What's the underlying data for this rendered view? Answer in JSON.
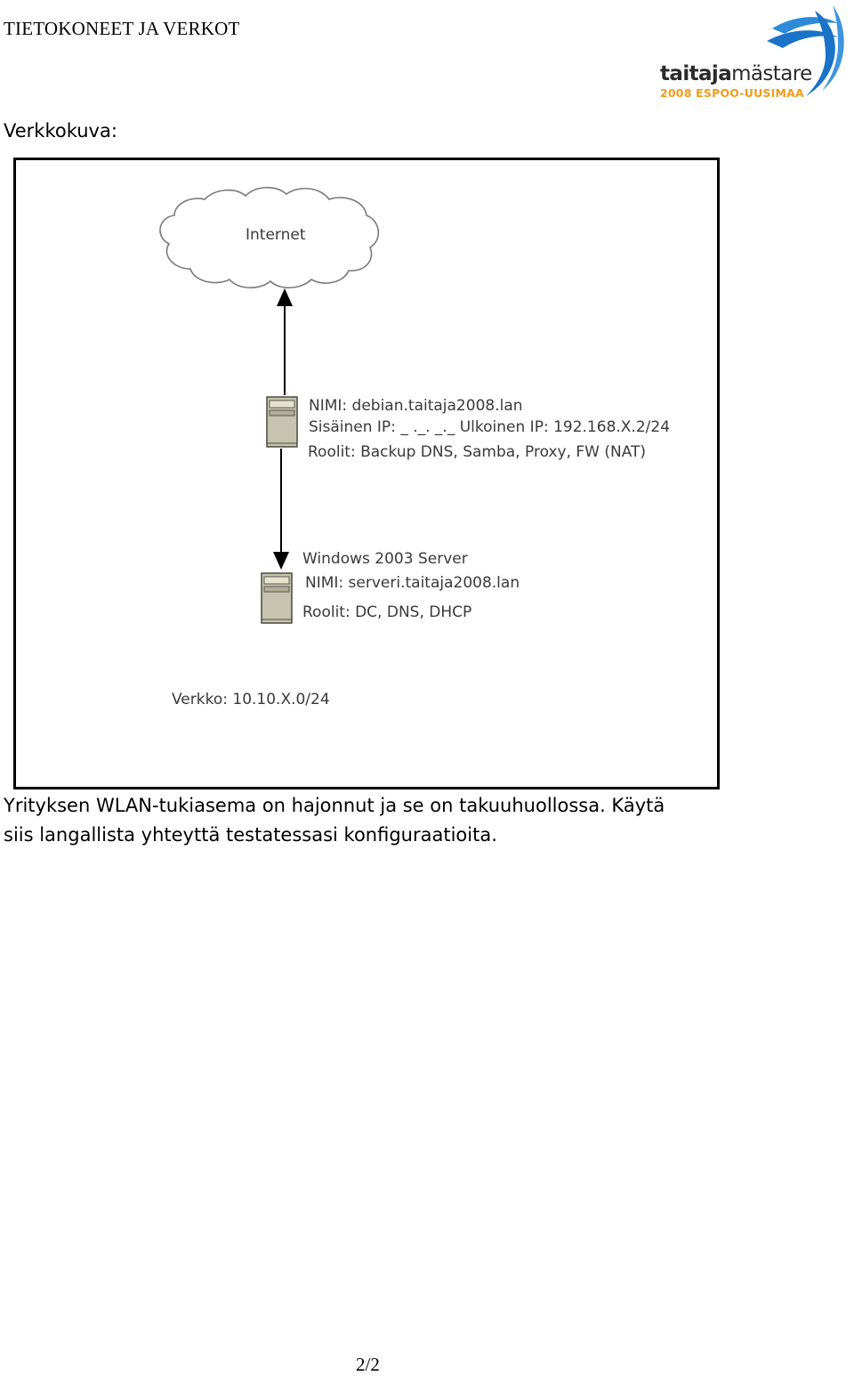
{
  "header": {
    "title": "TIETOKONEET JA VERKOT"
  },
  "logo": {
    "wordmark_bold": "taitaja",
    "wordmark_regular": "mästare",
    "subline": "2008 ESPOO-UUSIMAA",
    "colors": {
      "swoosh": "#1a73c7",
      "subline": "#f29a1d",
      "wordmark": "#2b2b2b"
    }
  },
  "section": {
    "label": "Verkkokuva:"
  },
  "diagram": {
    "cloud_label": "Internet",
    "debian": {
      "name_line": "NIMI: debian.taitaja2008.lan",
      "ip_line": "Sisäinen IP: _ ._. _._ Ulkoinen IP: 192.168.X.2/24",
      "roles_line": "Roolit: Backup DNS, Samba, Proxy, FW (NAT)"
    },
    "windows": {
      "os_line": "Windows 2003 Server",
      "name_line": "NIMI: serveri.taitaja2008.lan",
      "roles_line": "Roolit: DC, DNS, DHCP"
    },
    "network_label": "Verkko: 10.10.X.0/24",
    "icons": [
      "cloud-icon",
      "server-icon",
      "server-icon"
    ]
  },
  "body": {
    "line1": "Yrityksen WLAN-tukiasema on hajonnut ja se on takuuhuollossa. Käytä",
    "line2": "siis langallista yhteyttä testatessasi konfiguraatioita."
  },
  "footer": {
    "page_number": "2/2"
  }
}
